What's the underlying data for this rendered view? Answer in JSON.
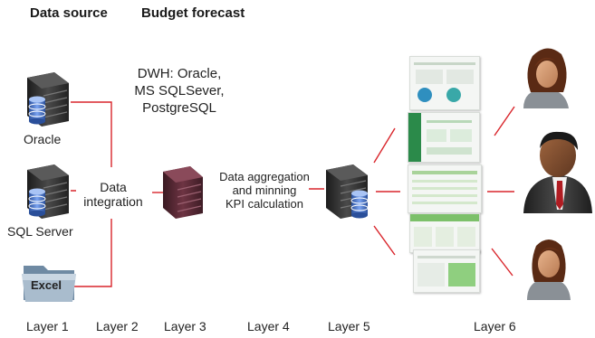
{
  "headers": {
    "data_source": "Data source",
    "budget_forecast": "Budget forecast"
  },
  "sources": {
    "oracle": "Oracle",
    "sql_server": "SQL Server",
    "excel": "Excel"
  },
  "labels": {
    "dwh_line1": "DWH: Oracle,",
    "dwh_line2": "MS SQLSever,",
    "dwh_line3": "PostgreSQL",
    "integration_line1": "Data",
    "integration_line2": "integration",
    "aggregation_line1": "Data aggregation",
    "aggregation_line2": "and minning",
    "aggregation_line3": "KPI calculation"
  },
  "layers": [
    "Layer 1",
    "Layer 2",
    "Layer 3",
    "Layer 4",
    "Layer 5",
    "Layer 6"
  ],
  "colors": {
    "connector": "#d9252b",
    "server_dark": "#2a2a2a",
    "server_maroon": "#5a2a36",
    "db_blue": "#3c6bc9"
  }
}
